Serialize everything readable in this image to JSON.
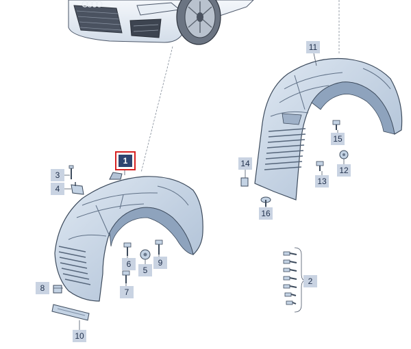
{
  "callouts": [
    {
      "id": "1",
      "label": "1",
      "highlighted": true
    },
    {
      "id": "2",
      "label": "2"
    },
    {
      "id": "3",
      "label": "3"
    },
    {
      "id": "4",
      "label": "4"
    },
    {
      "id": "5",
      "label": "5"
    },
    {
      "id": "6",
      "label": "6"
    },
    {
      "id": "7",
      "label": "7"
    },
    {
      "id": "8",
      "label": "8"
    },
    {
      "id": "9",
      "label": "9"
    },
    {
      "id": "10",
      "label": "10"
    },
    {
      "id": "11",
      "label": "11"
    },
    {
      "id": "12",
      "label": "12"
    },
    {
      "id": "13",
      "label": "13"
    },
    {
      "id": "14",
      "label": "14"
    },
    {
      "id": "15",
      "label": "15"
    },
    {
      "id": "16",
      "label": "16"
    }
  ],
  "colors": {
    "callout_fill": "#c9d3e2",
    "highlight_fill": "#2e4470",
    "highlight_border": "#d62020",
    "part_fill": "#c4d3e4",
    "part_stroke": "#3c4a5c"
  }
}
